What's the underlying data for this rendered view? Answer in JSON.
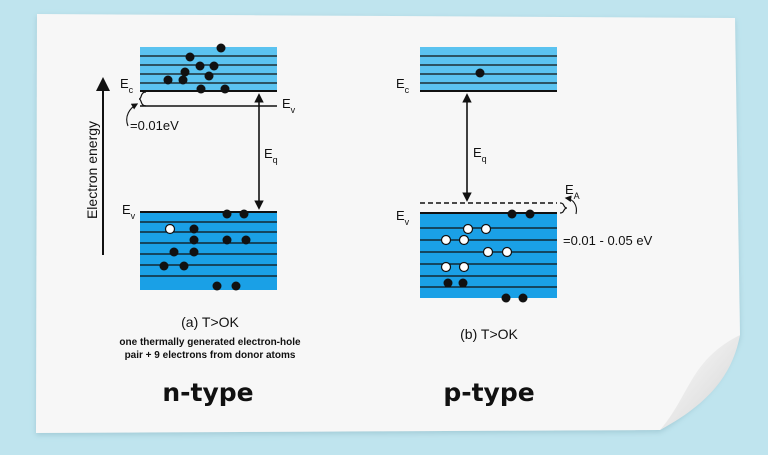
{
  "colors": {
    "background": "#bfe4ee",
    "paper": "#f7f7f7",
    "band_light": "#5bc3f0",
    "band_dark": "#1aa0e6",
    "line": "#111111"
  },
  "axis": {
    "label": "Electron energy"
  },
  "n_type": {
    "ec": {
      "main": "E",
      "sub": "c"
    },
    "donor_level": {
      "main": "E",
      "sub": "v"
    },
    "gap_energy": {
      "main": "E",
      "sub": "q"
    },
    "ev": {
      "main": "E",
      "sub": "v"
    },
    "donor_gap_value": "=0.01eV",
    "caption": "(a) T>OK",
    "note_line1": "one thermally generated electron-hole",
    "note_line2": "pair + 9 electrons from donor atoms",
    "title": "n-type"
  },
  "p_type": {
    "ec": {
      "main": "E",
      "sub": "c"
    },
    "gap_energy": {
      "main": "E",
      "sub": "q"
    },
    "acceptor_level": {
      "main": "E",
      "sub": "A"
    },
    "ev": {
      "main": "E",
      "sub": "v"
    },
    "acceptor_gap_value": "=0.01 - 0.05 eV",
    "caption": "(b) T>OK",
    "title": "p-type"
  }
}
